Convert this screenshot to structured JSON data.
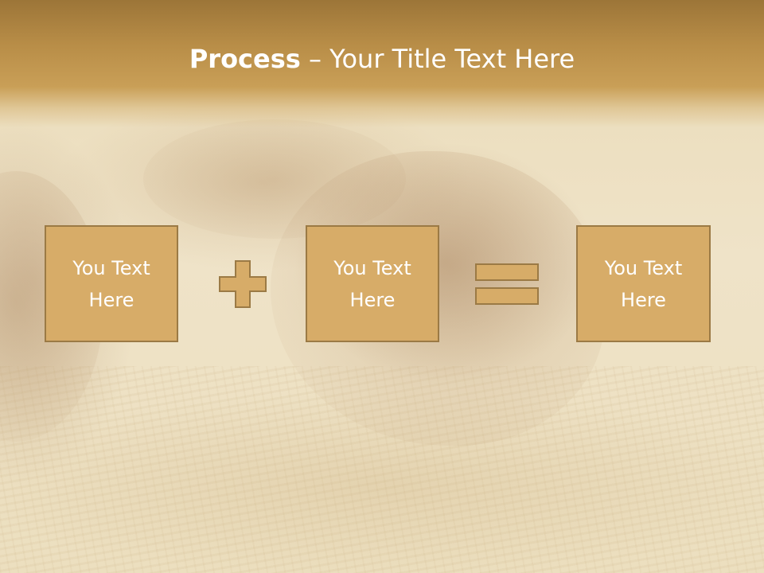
{
  "slide": {
    "title_bold": "Process",
    "title_rest": " – Your Title Text Here",
    "colors": {
      "header_top": "#9c7538",
      "header_bottom": "#c99f57",
      "box_fill": "#d7ac68",
      "box_border": "#9b7a45",
      "text": "#ffffff"
    }
  },
  "process": {
    "boxes": [
      {
        "text": "You Text Here"
      },
      {
        "text": "You Text Here"
      },
      {
        "text": "You Text Here"
      }
    ],
    "operators": [
      {
        "icon": "plus-icon"
      },
      {
        "icon": "equals-icon"
      }
    ]
  }
}
